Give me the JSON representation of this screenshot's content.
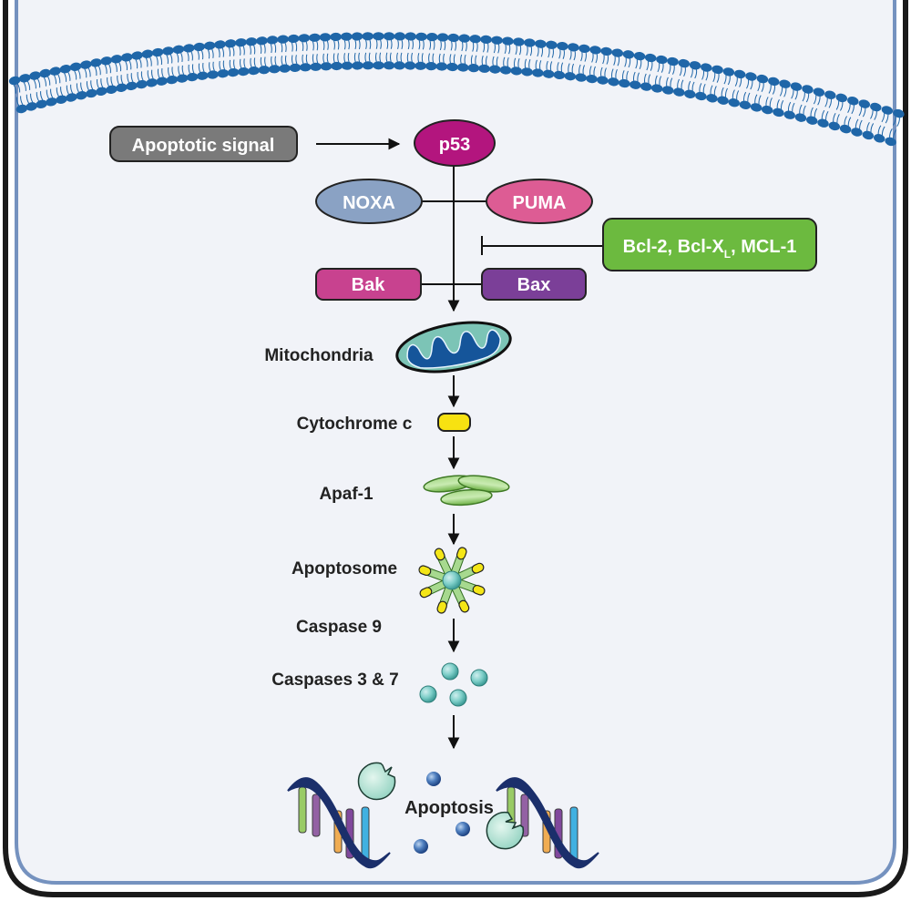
{
  "diagram": {
    "title": "p53-mediated intrinsic apoptosis pathway",
    "colors": {
      "background": "#f1f3f8",
      "outer_border": "#1a1a1a",
      "inner_border": "#7592bf",
      "membrane": "#1f66a8",
      "signal_box": "#7a7a7a",
      "p53": "#b3157e",
      "noxa": "#8aa2c4",
      "puma": "#dd5c94",
      "bak": "#c8428f",
      "bax": "#7b3f98",
      "bcl": "#6cba3f",
      "mito_outer": "#7cc4b6",
      "mito_inner": "#15559a",
      "cytochrome": "#f7e211",
      "apaf": "#7cc14f",
      "caspase": "#7fcfc9",
      "dna_backbone": "#1b2f6b",
      "ball": "#3c6eae"
    },
    "nodes": {
      "signal": "Apoptotic signal",
      "p53": "p53",
      "noxa": "NOXA",
      "puma": "PUMA",
      "bcl_main": "Bcl-2, Bcl-X",
      "bcl_sub": "L",
      "bcl_tail": ", MCL-1",
      "bak": "Bak",
      "bax": "Bax"
    },
    "steps": [
      {
        "id": "mitochondria",
        "label": "Mitochondria"
      },
      {
        "id": "cytochrome",
        "label": "Cytochrome c"
      },
      {
        "id": "apaf",
        "label": "Apaf-1"
      },
      {
        "id": "apoptosome",
        "label": "Apoptosome"
      },
      {
        "id": "caspase9",
        "label": "Caspase 9"
      },
      {
        "id": "caspases37",
        "label": "Caspases 3 & 7"
      },
      {
        "id": "apoptosis",
        "label": "Apoptosis"
      }
    ],
    "relations": [
      {
        "from": "signal",
        "to": "p53",
        "type": "activates"
      },
      {
        "from": "p53",
        "to": "mitochondria",
        "type": "activates",
        "via": [
          "NOXA",
          "PUMA",
          "Bak",
          "Bax"
        ]
      },
      {
        "from": "Bcl-2, Bcl-XL, MCL-1",
        "to": "p53-mitochondria axis",
        "type": "inhibits"
      },
      {
        "from": "mitochondria",
        "to": "cytochrome",
        "type": "activates"
      },
      {
        "from": "cytochrome",
        "to": "apaf",
        "type": "activates"
      },
      {
        "from": "apaf",
        "to": "apoptosome",
        "type": "activates"
      },
      {
        "from": "caspase9",
        "to": "caspases37",
        "type": "activates"
      },
      {
        "from": "caspases37",
        "to": "apoptosis",
        "type": "activates"
      }
    ]
  }
}
